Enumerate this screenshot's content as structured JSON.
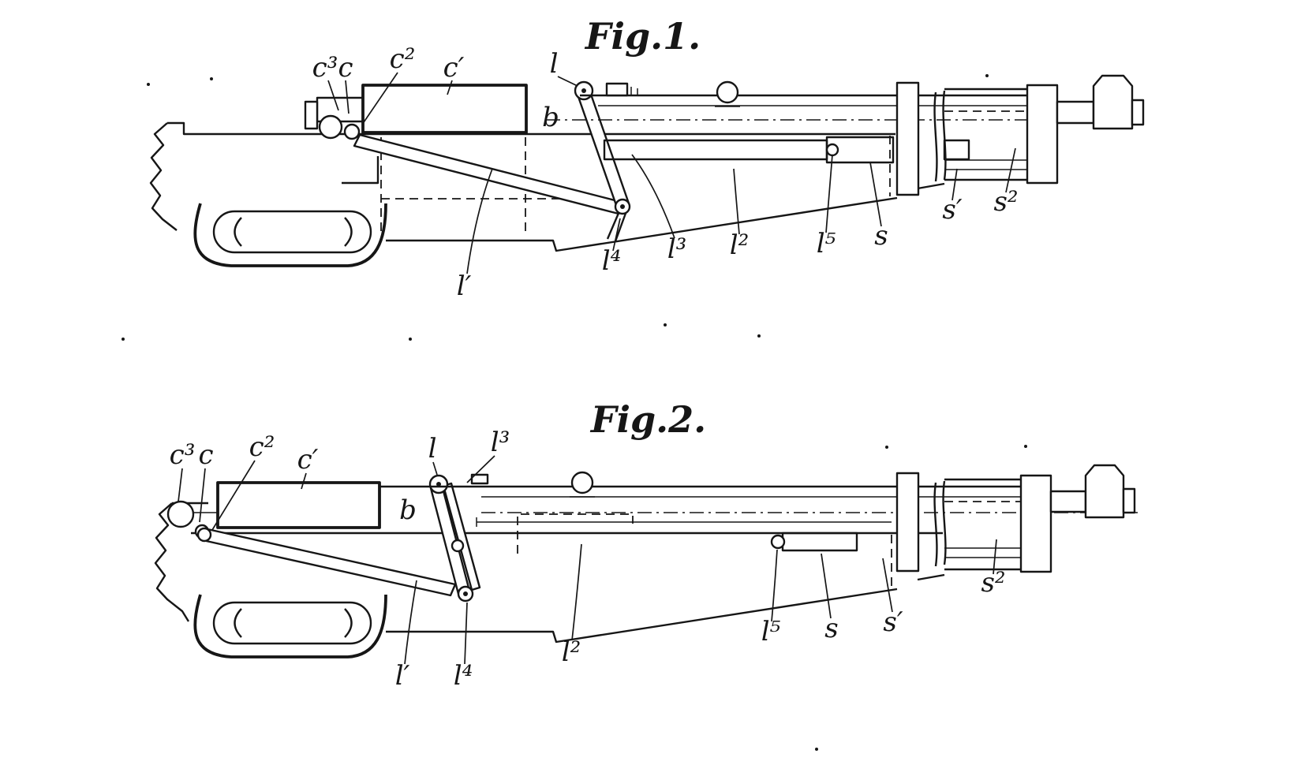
{
  "page": {
    "background": "#ffffff",
    "ink": "#161616"
  },
  "fig1": {
    "title": "Fig.1.",
    "labels": {
      "c3": "c³",
      "c": "c",
      "c2": "c²",
      "cprime": "c′",
      "l": "l",
      "b": "b",
      "lprime": "l′",
      "l4": "l⁴",
      "l3": "l³",
      "l2": "l²",
      "l5": "l⁵",
      "s": "s",
      "sprime": "s′",
      "s2": "s²"
    }
  },
  "fig2": {
    "title": "Fig.2.",
    "labels": {
      "c3": "c³",
      "c": "c",
      "c2": "c²",
      "cprime": "c′",
      "l": "l",
      "l3": "l³",
      "b": "b",
      "lprime": "l′",
      "l4": "l⁴",
      "l2": "l²",
      "l5": "l⁵",
      "s": "s",
      "sprime": "s′",
      "s2": "s²"
    }
  }
}
